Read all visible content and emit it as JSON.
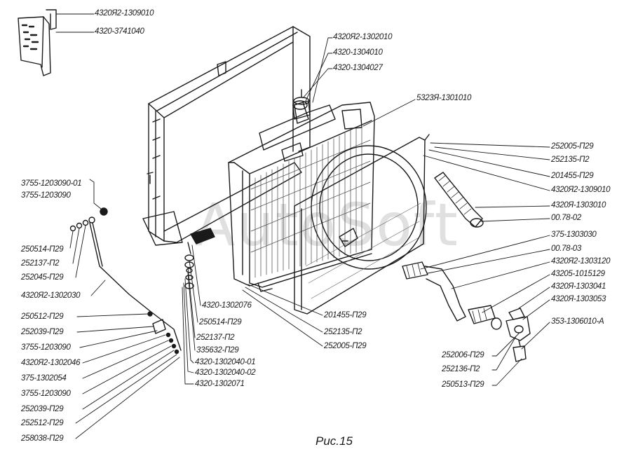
{
  "caption": "Рис.15",
  "watermark": "AutoSoft",
  "labels": [
    {
      "id": "l1",
      "text": "4320Я2-1309010"
    },
    {
      "id": "l2",
      "text": "4320-3741040"
    },
    {
      "id": "l3",
      "text": "4320Я2-1302010"
    },
    {
      "id": "l4",
      "text": "4320-1304010"
    },
    {
      "id": "l5",
      "text": "4320-1304027"
    },
    {
      "id": "l6",
      "text": "5323Я-1301010"
    },
    {
      "id": "l7",
      "text": "252005-П29"
    },
    {
      "id": "l8",
      "text": "252135-П2"
    },
    {
      "id": "l9",
      "text": "201455-П29"
    },
    {
      "id": "l10",
      "text": "4320Я2-1309010"
    },
    {
      "id": "l11",
      "text": "4320Я-1303010"
    },
    {
      "id": "l12",
      "text": "00.78-02"
    },
    {
      "id": "l13",
      "text": "375-1303030"
    },
    {
      "id": "l14",
      "text": "00.78-03"
    },
    {
      "id": "l15",
      "text": "4320Я2-1303120"
    },
    {
      "id": "l16",
      "text": "43205-1015129"
    },
    {
      "id": "l17",
      "text": "4320Я-1303041"
    },
    {
      "id": "l18",
      "text": "4320Я-1303053"
    },
    {
      "id": "l19",
      "text": "353-1306010-А"
    },
    {
      "id": "l20",
      "text": "252006-П29"
    },
    {
      "id": "l21",
      "text": "252136-П2"
    },
    {
      "id": "l22",
      "text": "250513-П29"
    },
    {
      "id": "l23",
      "text": "3755-1203090-01"
    },
    {
      "id": "l24",
      "text": "3755-1203090"
    },
    {
      "id": "l25",
      "text": "250514-П29"
    },
    {
      "id": "l26",
      "text": "252137-П2"
    },
    {
      "id": "l27",
      "text": "252045-П29"
    },
    {
      "id": "l28",
      "text": "4320Я2-1302030"
    },
    {
      "id": "l29",
      "text": "250512-П29"
    },
    {
      "id": "l30",
      "text": "252039-П29"
    },
    {
      "id": "l31",
      "text": "3755-1203090"
    },
    {
      "id": "l32",
      "text": "4320Я2-1302046"
    },
    {
      "id": "l33",
      "text": "375-1302054"
    },
    {
      "id": "l34",
      "text": "3755-1203090"
    },
    {
      "id": "l35",
      "text": "252039-П29"
    },
    {
      "id": "l36",
      "text": "252512-П29"
    },
    {
      "id": "l37",
      "text": "258038-П29"
    },
    {
      "id": "l38",
      "text": "4320-1302076"
    },
    {
      "id": "l39",
      "text": "250514-П29"
    },
    {
      "id": "l40",
      "text": "252137-П2"
    },
    {
      "id": "l41",
      "text": "335632-П29"
    },
    {
      "id": "l42",
      "text": "4320-1302040-01"
    },
    {
      "id": "l43",
      "text": "4320-1302040-02"
    },
    {
      "id": "l44",
      "text": "4320-1302071"
    },
    {
      "id": "l45",
      "text": "201455-П29"
    },
    {
      "id": "l46",
      "text": "252135-П2"
    },
    {
      "id": "l47",
      "text": "252005-П29"
    }
  ]
}
